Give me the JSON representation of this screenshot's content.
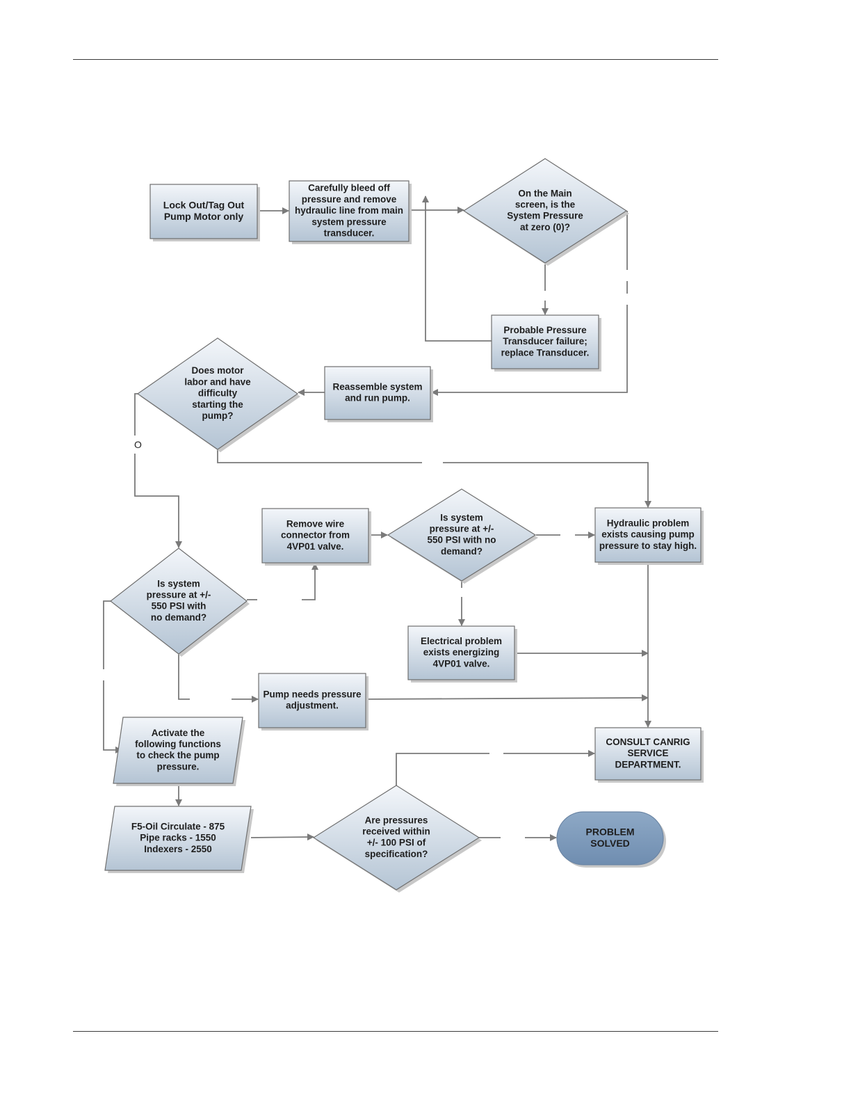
{
  "nodes": {
    "lockout": {
      "lines": [
        "Lock Out/Tag Out",
        "Pump Motor only"
      ]
    },
    "bleed": {
      "lines": [
        "Carefully bleed off",
        "pressure and remove",
        "hydraulic line from main",
        "system pressure",
        "transducer."
      ]
    },
    "zero_question": {
      "lines": [
        "On the Main",
        "screen, is the",
        "System Pressure",
        "at zero (0)?"
      ]
    },
    "transducer_failure": {
      "lines": [
        "Probable Pressure",
        "Transducer failure;",
        "replace Transducer."
      ]
    },
    "reassemble": {
      "lines": [
        "Reassemble system",
        "and run pump."
      ]
    },
    "motor_question": {
      "lines": [
        "Does motor",
        "labor and have",
        "difficulty",
        "starting the",
        "pump?"
      ]
    },
    "remove_wire": {
      "lines": [
        "Remove wire",
        "connector from",
        "4VP01 valve."
      ]
    },
    "pressure_question_right": {
      "lines": [
        "Is system",
        "pressure at +/-",
        "550 PSI with no",
        "demand?"
      ]
    },
    "hydraulic_problem": {
      "lines": [
        "Hydraulic problem",
        "exists causing pump",
        "pressure to stay high."
      ]
    },
    "pressure_question_left": {
      "lines": [
        "Is system",
        "pressure at +/-",
        "550 PSI with",
        "no demand?"
      ]
    },
    "electrical_problem": {
      "lines": [
        "Electrical problem",
        "exists energizing",
        "4VP01 valve."
      ]
    },
    "pump_adjust": {
      "lines": [
        "Pump needs pressure",
        "adjustment."
      ]
    },
    "activate": {
      "lines": [
        "Activate the",
        "following functions",
        "to check the pump",
        "pressure."
      ]
    },
    "consult": {
      "lines": [
        "CONSULT CANRIG",
        "SERVICE",
        "DEPARTMENT."
      ]
    },
    "functions_list": {
      "lines": [
        "F5-Oil Circulate - 875",
        "Pipe racks - 1550",
        "Indexers - 2550"
      ]
    },
    "spec_question": {
      "lines": [
        "Are pressures",
        "received within",
        "+/- 100 PSI of",
        "specification?"
      ]
    },
    "solved": {
      "lines": [
        "PROBLEM",
        "SOLVED"
      ]
    }
  },
  "stray_label": "O",
  "colors": {
    "box_light": "#f3f6fa",
    "box_dark": "#b4c4d4",
    "border": "#6f6f6f",
    "line": "#7a7a7a",
    "terminal": "#7f9cbd"
  }
}
